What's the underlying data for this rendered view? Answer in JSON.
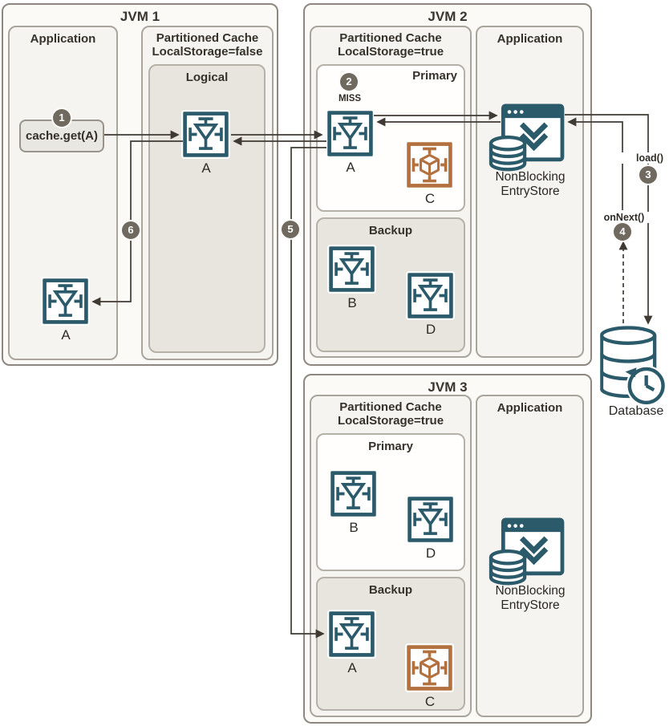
{
  "colors": {
    "cache_node_teal": "#2b5a6a",
    "object_node_orange": "#b2713f",
    "connector_line": "#3f3a33",
    "badge_gray": "#6f695f",
    "backup_beige": "#e8e5de"
  },
  "jvm1": {
    "title": "JVM 1",
    "application": {
      "title": "Application",
      "cache_get_label": "cache.get(A)",
      "client_node": "A"
    },
    "partitioned_cache": {
      "title_line1": "Partitioned Cache",
      "title_line2": "LocalStorage=false",
      "logical": {
        "title": "Logical",
        "node": "A"
      }
    }
  },
  "jvm2": {
    "title": "JVM 2",
    "partitioned_cache": {
      "title_line1": "Partitioned Cache",
      "title_line2": "LocalStorage=true",
      "primary": {
        "title": "Primary",
        "miss_label": "MISS",
        "node_a": "A",
        "node_c": "C"
      },
      "backup": {
        "title": "Backup",
        "node_b": "B",
        "node_d": "D"
      }
    },
    "application": {
      "title": "Application",
      "entry_store_line1": "NonBlocking",
      "entry_store_line2": "EntryStore"
    }
  },
  "jvm3": {
    "title": "JVM 3",
    "partitioned_cache": {
      "title_line1": "Partitioned Cache",
      "title_line2": "LocalStorage=true",
      "primary": {
        "title": "Primary",
        "node_b": "B",
        "node_d": "D"
      },
      "backup": {
        "title": "Backup",
        "node_a": "A",
        "node_c": "C"
      }
    },
    "application": {
      "title": "Application",
      "entry_store_line1": "NonBlocking",
      "entry_store_line2": "EntryStore"
    }
  },
  "steps": {
    "s1": "1",
    "s2": "2",
    "s3": "3",
    "s4": "4",
    "s5": "5",
    "s6": "6"
  },
  "annotations": {
    "load": "load()",
    "on_next": "onNext()",
    "database": "Database"
  }
}
